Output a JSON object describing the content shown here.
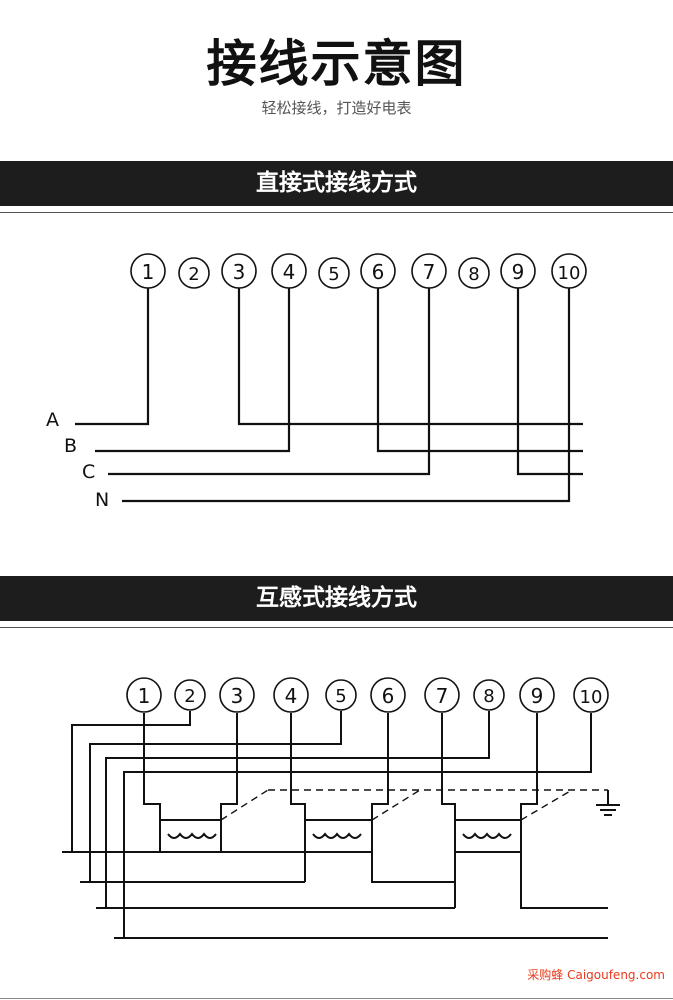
{
  "header": {
    "title": "接线示意图",
    "subtitle": "轻松接线，打造好电表"
  },
  "sections": [
    {
      "heading": "直接式接线方式"
    },
    {
      "heading": "互感式接线方式"
    }
  ],
  "direct_wiring": {
    "terminals": [
      "1",
      "2",
      "3",
      "4",
      "5",
      "6",
      "7",
      "8",
      "9",
      "10"
    ],
    "phase_labels": [
      "A",
      "B",
      "C",
      "N"
    ]
  },
  "ct_wiring": {
    "terminals": [
      "1",
      "2",
      "3",
      "4",
      "5",
      "6",
      "7",
      "8",
      "9",
      "10"
    ]
  },
  "watermark": "采购蜂 Caigoufeng.com",
  "colors": {
    "band_background": "#1d1d1d",
    "band_text": "#ffffff",
    "line": "#111111",
    "watermark": "#e83a1d"
  }
}
